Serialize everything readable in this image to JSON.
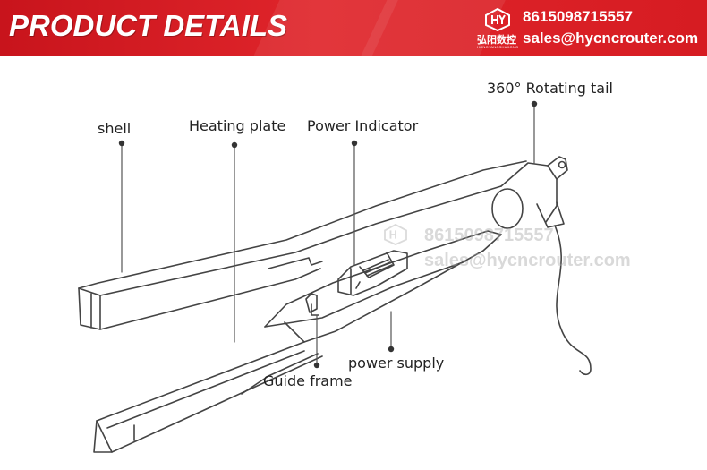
{
  "header": {
    "title": "PRODUCT DETAILS",
    "phone": "8615098715557",
    "email": "sales@hycncrouter.com",
    "logo_text": "弘阳数控",
    "logo_subtext": "HONGYANGSHUKONG",
    "logo_icon": "hy-logo-icon"
  },
  "watermark": {
    "phone": "8615098715557",
    "email": "sales@hycncrouter.com"
  },
  "labels": {
    "shell": "shell",
    "heating_plate": "Heating plate",
    "power_indicator": "Power Indicator",
    "rotating_tail": "360° Rotating tail",
    "power_supply": "power supply",
    "guide_frame": "Guide frame"
  },
  "colors": {
    "banner": "#d61c22",
    "line": "#444444"
  }
}
